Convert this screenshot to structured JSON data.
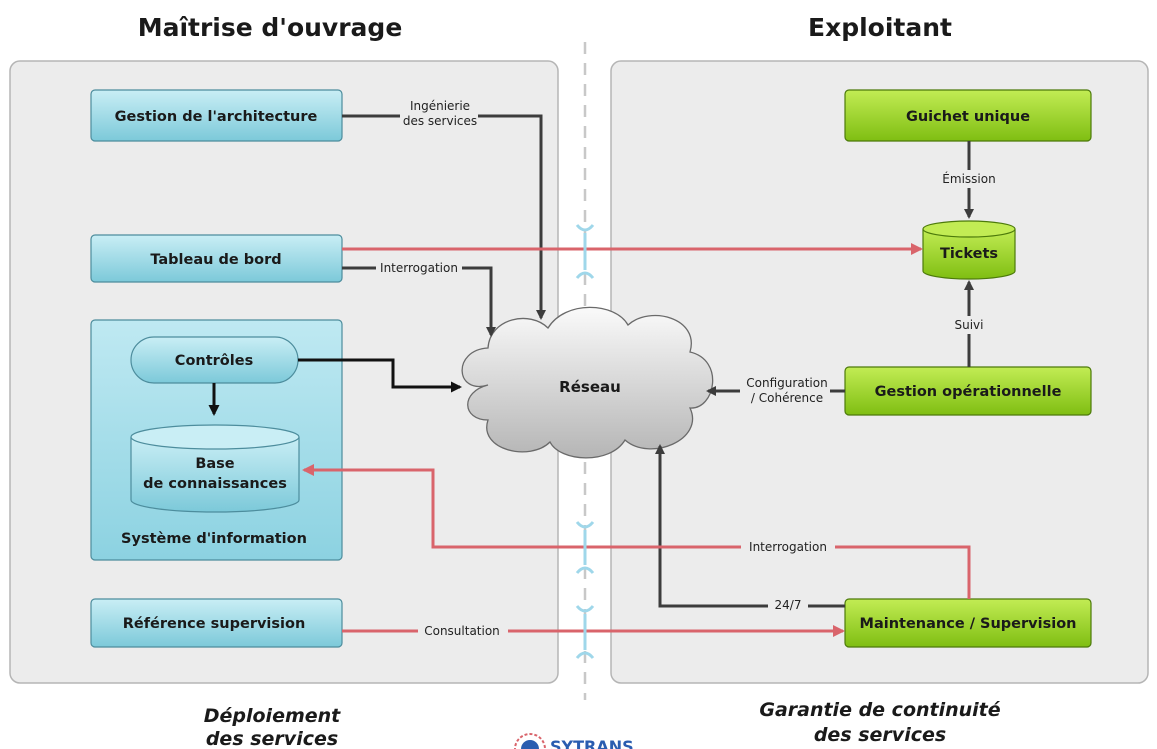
{
  "left_panel": {
    "title": "Maîtrise d'ouvrage",
    "footer_line1": "Déploiement",
    "footer_line2": "des services"
  },
  "right_panel": {
    "title": "Exploitant",
    "footer_line1": "Garantie de  continuité",
    "footer_line2": "des services"
  },
  "nodes": {
    "gestion_architecture": "Gestion de l'architecture",
    "tableau_de_bord": "Tableau de bord",
    "controles": "Contrôles",
    "base_line1": "Base",
    "base_line2": "de connaissances",
    "systeme_information": "Système d'information",
    "reference_supervision": "Référence supervision",
    "reseau": "Réseau",
    "guichet_unique": "Guichet unique",
    "tickets": "Tickets",
    "gestion_operationnelle": "Gestion opérationnelle",
    "maintenance_supervision": "Maintenance / Supervision"
  },
  "edge_labels": {
    "ingenierie_line1": "Ingénierie",
    "ingenierie_line2": "des services",
    "interrogation_top": "Interrogation",
    "emission": "Émission",
    "suivi": "Suivi",
    "configuration_line1": "Configuration",
    "configuration_line2": "/ Cohérence",
    "interrogation_bottom": "Interrogation",
    "h24": "24/7",
    "consultation": "Consultation"
  },
  "logo": {
    "text": "SYTRANS"
  },
  "colors": {
    "panel_fill": "#ececec",
    "blue_box": "#8fd3e0",
    "green_box": "#8ecb1d",
    "red_arrow": "#d9646b",
    "dark_arrow": "#3c3c3c",
    "separator": "#9fd7ea"
  }
}
